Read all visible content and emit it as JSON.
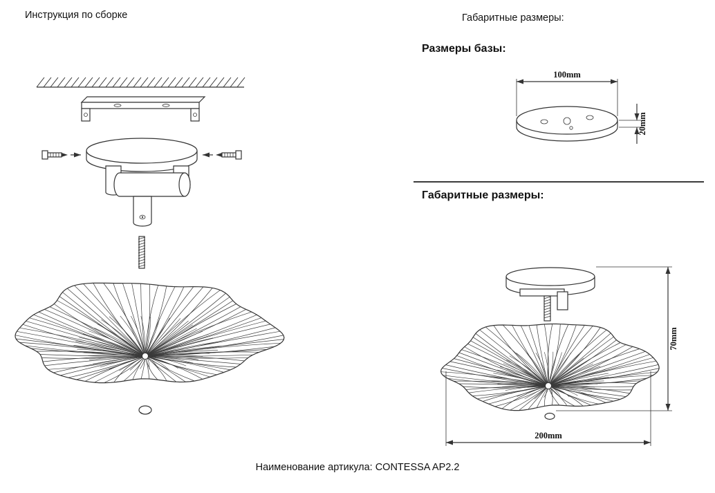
{
  "header": {
    "assembly_title": "Инструкция по сборке",
    "dimensions_title": "Габаритные размеры:"
  },
  "sections": {
    "base_heading": "Размеры базы:",
    "overall_heading": "Габаритные размеры:"
  },
  "dimensions": {
    "base_diameter": "100mm",
    "base_height": "20mm",
    "fixture_height": "70mm",
    "fixture_width": "200mm"
  },
  "footer": {
    "article_label": "Наименование артикула: CONTESSA AP2.2"
  },
  "drawing_colors": {
    "line": "#333333",
    "background": "#ffffff"
  }
}
